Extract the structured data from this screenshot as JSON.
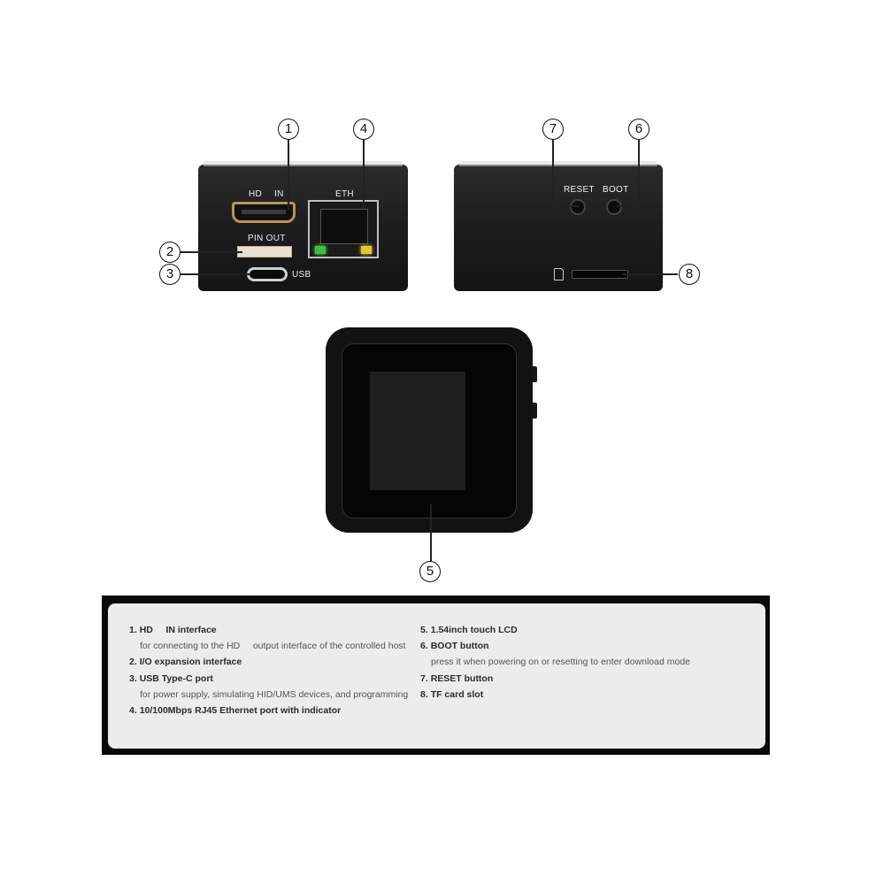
{
  "callouts": {
    "c1": "1",
    "c2": "2",
    "c3": "3",
    "c4": "4",
    "c5": "5",
    "c6": "6",
    "c7": "7",
    "c8": "8"
  },
  "front_view": {
    "hd_label": "HD",
    "in_label": "IN",
    "pin_out_label": "PIN OUT",
    "usb_label": "USB",
    "eth_label": "ETH"
  },
  "back_view": {
    "reset_label": "RESET",
    "boot_label": "BOOT"
  },
  "legend": {
    "left": [
      {
        "num": "1.",
        "title": "HD     IN interface",
        "sub": "for connecting to the HD     output interface of the controlled host"
      },
      {
        "num": "2.",
        "title": "I/O expansion interface",
        "sub": ""
      },
      {
        "num": "3.",
        "title": "USB Type-C port",
        "sub": "for power supply, simulating HID/UMS devices, and programming"
      },
      {
        "num": "4.",
        "title": "10/100Mbps RJ45 Ethernet port with indicator",
        "sub": ""
      }
    ],
    "right": [
      {
        "num": "5.",
        "title": "1.54inch touch LCD",
        "sub": ""
      },
      {
        "num": "6.",
        "title": "BOOT button",
        "sub": "press it when powering on or resetting to enter download mode"
      },
      {
        "num": "7.",
        "title": "RESET button",
        "sub": ""
      },
      {
        "num": "8.",
        "title": "TF card slot",
        "sub": ""
      }
    ]
  },
  "colors": {
    "device_body": "#1b1b1b",
    "hdmi_gold": "#b89457",
    "eth_led_green": "#3fbf3a",
    "eth_led_yellow": "#e4c92a",
    "legend_bg": "#ececec"
  }
}
